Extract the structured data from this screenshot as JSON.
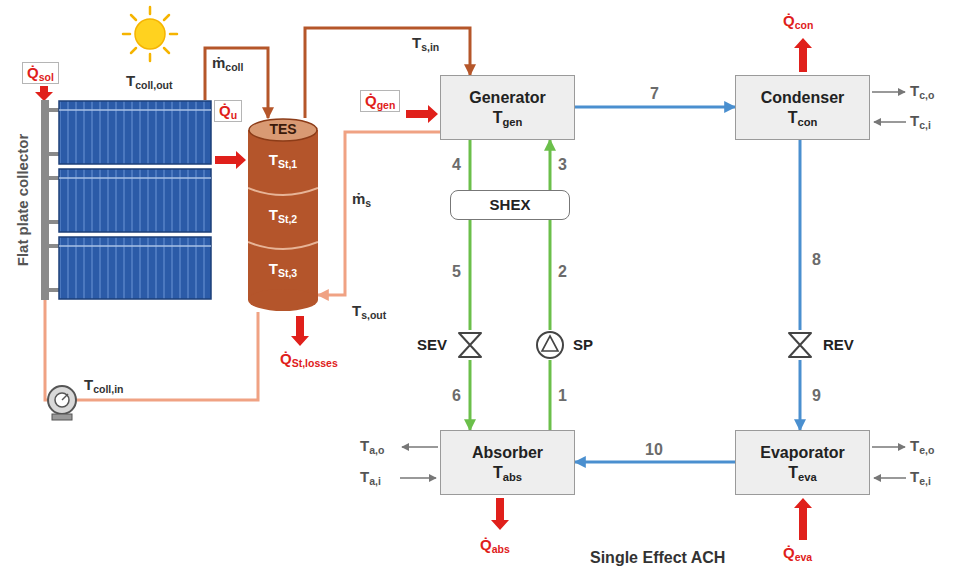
{
  "diagram": {
    "nodes": [
      {
        "text": [
          "Flat plate collector"
        ]
      },
      {
        "text": [
          "TES",
          "TSt,1",
          "TSt,2",
          "TSt,3"
        ]
      },
      {
        "text": [
          "Generator",
          "Tgen"
        ]
      },
      {
        "text": [
          "Condenser",
          "Tcon"
        ]
      },
      {
        "text": [
          "SHEX"
        ]
      },
      {
        "text": [
          "SEV"
        ]
      },
      {
        "text": [
          "SP"
        ]
      },
      {
        "text": [
          "REV"
        ]
      },
      {
        "text": [
          "Absorber",
          "Tabs"
        ]
      },
      {
        "text": [
          "Evaporator",
          "Teva"
        ]
      }
    ],
    "edges": [
      {
        "from": 0,
        "to": 1,
        "arrow": "to"
      },
      {
        "from": 1,
        "to": 2,
        "label": "Ts,in",
        "arrow": "to"
      },
      {
        "from": 2,
        "to": 1,
        "label": "Ts,out",
        "arrow": "to"
      },
      {
        "from": 1,
        "to": 0,
        "arrow": "none"
      },
      {
        "from": 2,
        "to": 3,
        "label": "7",
        "arrow": "to"
      },
      {
        "from": 3,
        "to": 7,
        "label": "8",
        "arrow": "none"
      },
      {
        "from": 7,
        "to": 9,
        "label": "9",
        "arrow": "to"
      },
      {
        "from": 9,
        "to": 8,
        "label": "10",
        "arrow": "to"
      },
      {
        "from": 2,
        "to": 4,
        "label": "4",
        "arrow": "none"
      },
      {
        "from": 4,
        "to": 5,
        "label": "5",
        "arrow": "none"
      },
      {
        "from": 5,
        "to": 8,
        "label": "6",
        "arrow": "to"
      },
      {
        "from": 8,
        "to": 6,
        "label": "1",
        "arrow": "none"
      },
      {
        "from": 6,
        "to": 4,
        "label": "2",
        "arrow": "none"
      },
      {
        "from": 4,
        "to": 2,
        "label": "3",
        "arrow": "to"
      }
    ],
    "labels": [
      "Q̇sol",
      "Tcoll,out",
      "ṁcoll",
      "Q̇u",
      "Q̇gen",
      "ṁs",
      "Q̇St,losses",
      "Tcoll,in",
      "Q̇con",
      "Tc,o",
      "Tc,i",
      "Ta,o",
      "Ta,i",
      "Te,o",
      "Te,i",
      "Q̇abs",
      "Q̇eva",
      "Single Effect ACH"
    ]
  }
}
